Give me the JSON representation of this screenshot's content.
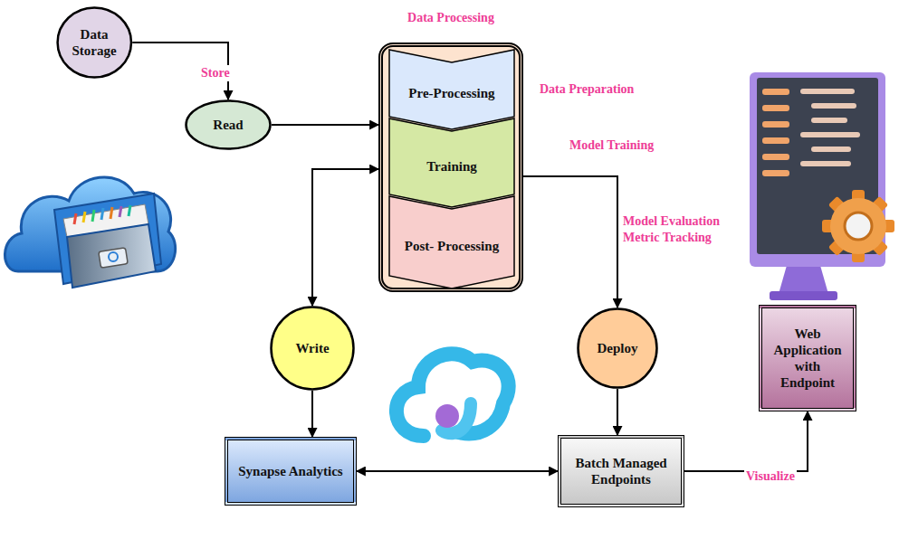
{
  "diagram": {
    "nodes": [
      {
        "text": [
          "Data Storage"
        ]
      },
      {
        "text": [
          "Read"
        ]
      },
      {
        "text": [
          "Data Processing"
        ]
      },
      {
        "text": [
          "Pre-Processing"
        ],
        "in": 2
      },
      {
        "text": [
          "Training"
        ],
        "in": 2
      },
      {
        "text": [
          "Post- Processing"
        ],
        "in": 2
      },
      {
        "text": [
          "Write"
        ]
      },
      {
        "text": [
          "Deploy"
        ]
      },
      {
        "text": [
          "Synapse Analytics"
        ]
      },
      {
        "text": [
          "Batch Managed Endpoints"
        ]
      },
      {
        "text": [
          "Web Application with Endpoint"
        ]
      }
    ],
    "edges": [
      {
        "from": 0,
        "to": 1,
        "arrow": "to",
        "label": "Store"
      },
      {
        "from": 1,
        "to": 2,
        "arrow": "to"
      },
      {
        "from": 2,
        "to": 6,
        "arrow": "both"
      },
      {
        "from": 2,
        "to": 7,
        "arrow": "to"
      },
      {
        "from": 6,
        "to": 8,
        "arrow": "to"
      },
      {
        "from": 7,
        "to": 9,
        "arrow": "to"
      },
      {
        "from": 8,
        "to": 9,
        "arrow": "both"
      },
      {
        "from": 9,
        "to": 10,
        "arrow": "to",
        "label": "Visualize"
      }
    ],
    "labels": [
      "Data Preparation",
      "Model Training",
      "Model Evaluation Metric Tracking"
    ]
  }
}
